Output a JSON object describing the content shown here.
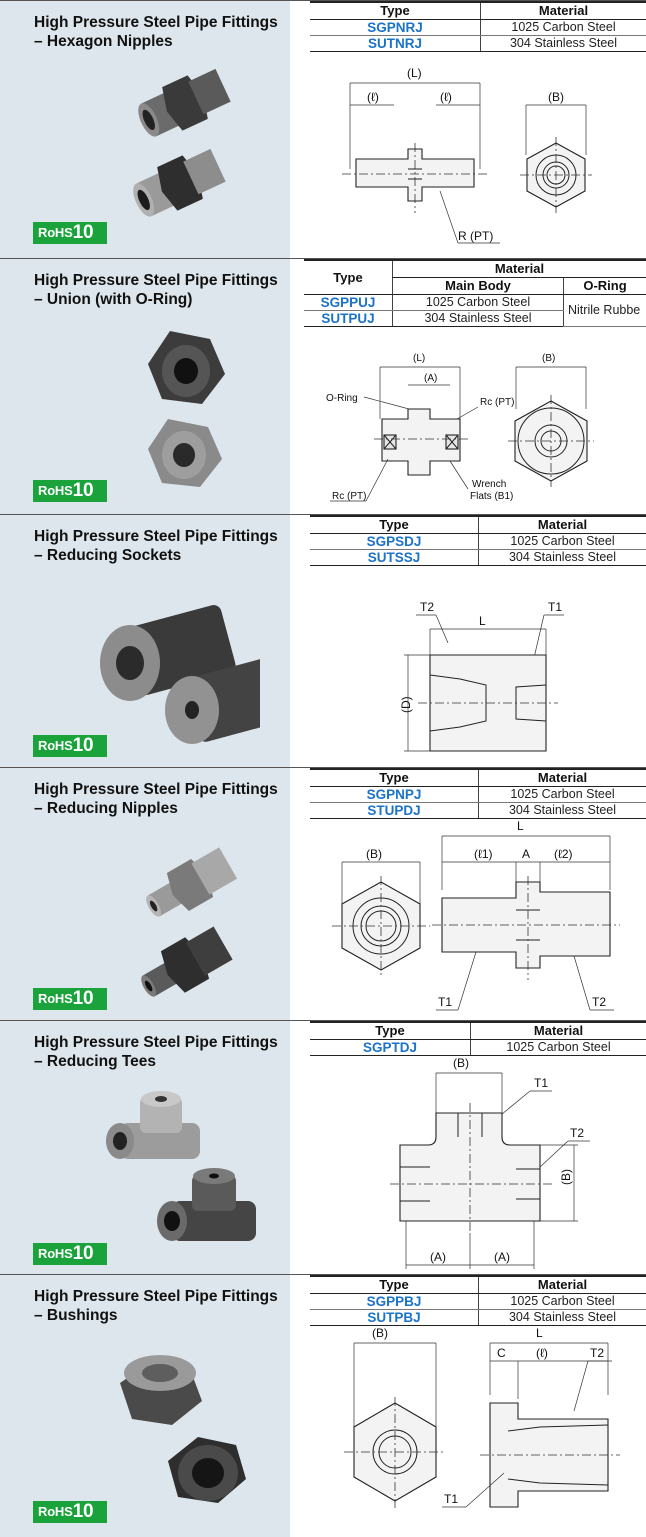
{
  "rohs_badge": {
    "prefix": "RoHS",
    "number": "10"
  },
  "sections": [
    {
      "title": "High Pressure Steel Pipe Fittings – Hexagon Nipples",
      "table": {
        "headers": [
          "Type",
          "Material"
        ],
        "rows": [
          [
            "SGPNRJ",
            "1025 Carbon Steel"
          ],
          [
            "SUTNRJ",
            "304 Stainless Steel"
          ]
        ]
      },
      "drawing_labels": [
        "(L)",
        "(ℓ)",
        "(ℓ)",
        "(B)",
        "R (PT)"
      ]
    },
    {
      "title": "High Pressure Steel Pipe Fittings – Union (with O-Ring)",
      "table": {
        "headers": [
          "Type",
          "Material",
          "Main Body",
          "O-Ring"
        ],
        "rows": [
          [
            "SGPPUJ",
            "1025 Carbon Steel"
          ],
          [
            "SUTPUJ",
            "304 Stainless Steel"
          ]
        ],
        "shared_cell": "Nitrile Rubbe"
      },
      "drawing_labels": [
        "(L)",
        "(A)",
        "O-Ring",
        "Rc (PT)",
        "(B)",
        "Rc (PT)",
        "Wrench",
        "Flats (B1)"
      ]
    },
    {
      "title": "High Pressure Steel Pipe Fittings – Reducing Sockets",
      "table": {
        "headers": [
          "Type",
          "Material"
        ],
        "rows": [
          [
            "SGPSDJ",
            "1025 Carbon Steel"
          ],
          [
            "SUTSSJ",
            "304 Stainless Steel"
          ]
        ]
      },
      "drawing_labels": [
        "T2",
        "L",
        "T1",
        "(D)"
      ]
    },
    {
      "title": "High Pressure Steel Pipe Fittings – Reducing Nipples",
      "table": {
        "headers": [
          "Type",
          "Material"
        ],
        "rows": [
          [
            "SGPNPJ",
            "1025 Carbon Steel"
          ],
          [
            "STUPDJ",
            "304 Stainless Steel"
          ]
        ]
      },
      "drawing_labels": [
        "L",
        "(B)",
        "(ℓ1)",
        "A",
        "(ℓ2)",
        "T1",
        "T2"
      ]
    },
    {
      "title": "High Pressure Steel Pipe Fittings – Reducing Tees",
      "table": {
        "headers": [
          "Type",
          "Material"
        ],
        "rows": [
          [
            "SGPTDJ",
            "1025 Carbon Steel"
          ]
        ]
      },
      "drawing_labels": [
        "(B)",
        "T1",
        "T2",
        "(B)",
        "(A)",
        "(A)"
      ]
    },
    {
      "title": "High Pressure Steel Pipe Fittings – Bushings",
      "table": {
        "headers": [
          "Type",
          "Material"
        ],
        "rows": [
          [
            "SGPPBJ",
            "1025 Carbon Steel"
          ],
          [
            "SUTPBJ",
            "304 Stainless Steel"
          ]
        ]
      },
      "drawing_labels": [
        "(B)",
        "L",
        "C",
        "(ℓ)",
        "T2",
        "T1"
      ]
    }
  ]
}
